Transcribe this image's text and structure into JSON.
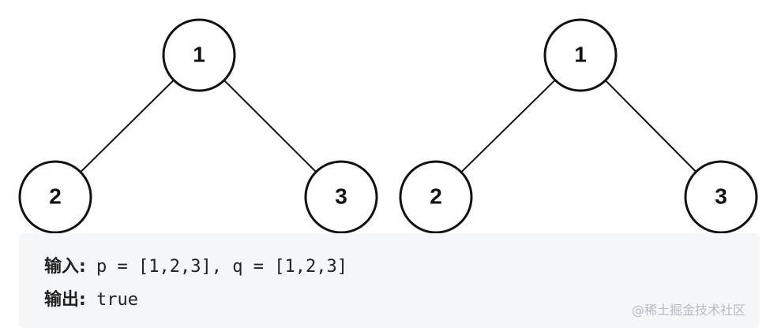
{
  "trees": [
    {
      "nodes": [
        {
          "id": "root",
          "label": "1"
        },
        {
          "id": "left",
          "label": "2"
        },
        {
          "id": "right",
          "label": "3"
        }
      ],
      "edges": [
        [
          "root",
          "left"
        ],
        [
          "root",
          "right"
        ]
      ]
    },
    {
      "nodes": [
        {
          "id": "root",
          "label": "1"
        },
        {
          "id": "left",
          "label": "2"
        },
        {
          "id": "right",
          "label": "3"
        }
      ],
      "edges": [
        [
          "root",
          "left"
        ],
        [
          "root",
          "right"
        ]
      ]
    }
  ],
  "example": {
    "input_label": "输入:",
    "input_value": " p = [1,2,3], q = [1,2,3]",
    "output_label": "输出:",
    "output_value": " true"
  },
  "watermark": "@稀土掘金技术社区"
}
